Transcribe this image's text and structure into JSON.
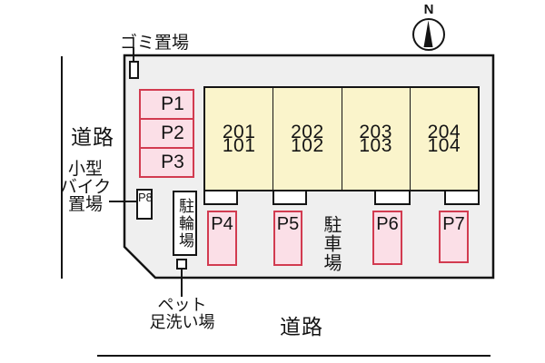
{
  "diagram": {
    "type": "apartment-site-parking-layout",
    "colors": {
      "site_fill": "#efefef",
      "building_fill": "#faf4cb",
      "parking_fill": "#fbdfe7",
      "parking_border": "#d23b50",
      "outline": "#141414"
    },
    "compass": {
      "north_label": "N"
    },
    "labels": {
      "garbage": "ゴミ置場",
      "road_left": "道路",
      "road_bottom": "道路",
      "bike_area": [
        "小型",
        "バイク",
        "置場"
      ],
      "pet_wash": [
        "ペット",
        "足洗い場"
      ],
      "bicycle_parking": "駐輪場",
      "car_parking": "駐車場"
    },
    "parking": {
      "left_spots": [
        {
          "label": "P1"
        },
        {
          "label": "P2"
        },
        {
          "label": "P3"
        }
      ],
      "bottom_spots": [
        {
          "label": "P4"
        },
        {
          "label": "P5"
        },
        {
          "label": "P6"
        },
        {
          "label": "P7"
        }
      ],
      "bike_spot": {
        "label": "P8"
      }
    },
    "building": {
      "units": [
        {
          "upper": "201",
          "lower": "101"
        },
        {
          "upper": "202",
          "lower": "102"
        },
        {
          "upper": "203",
          "lower": "103"
        },
        {
          "upper": "204",
          "lower": "104"
        }
      ]
    }
  }
}
